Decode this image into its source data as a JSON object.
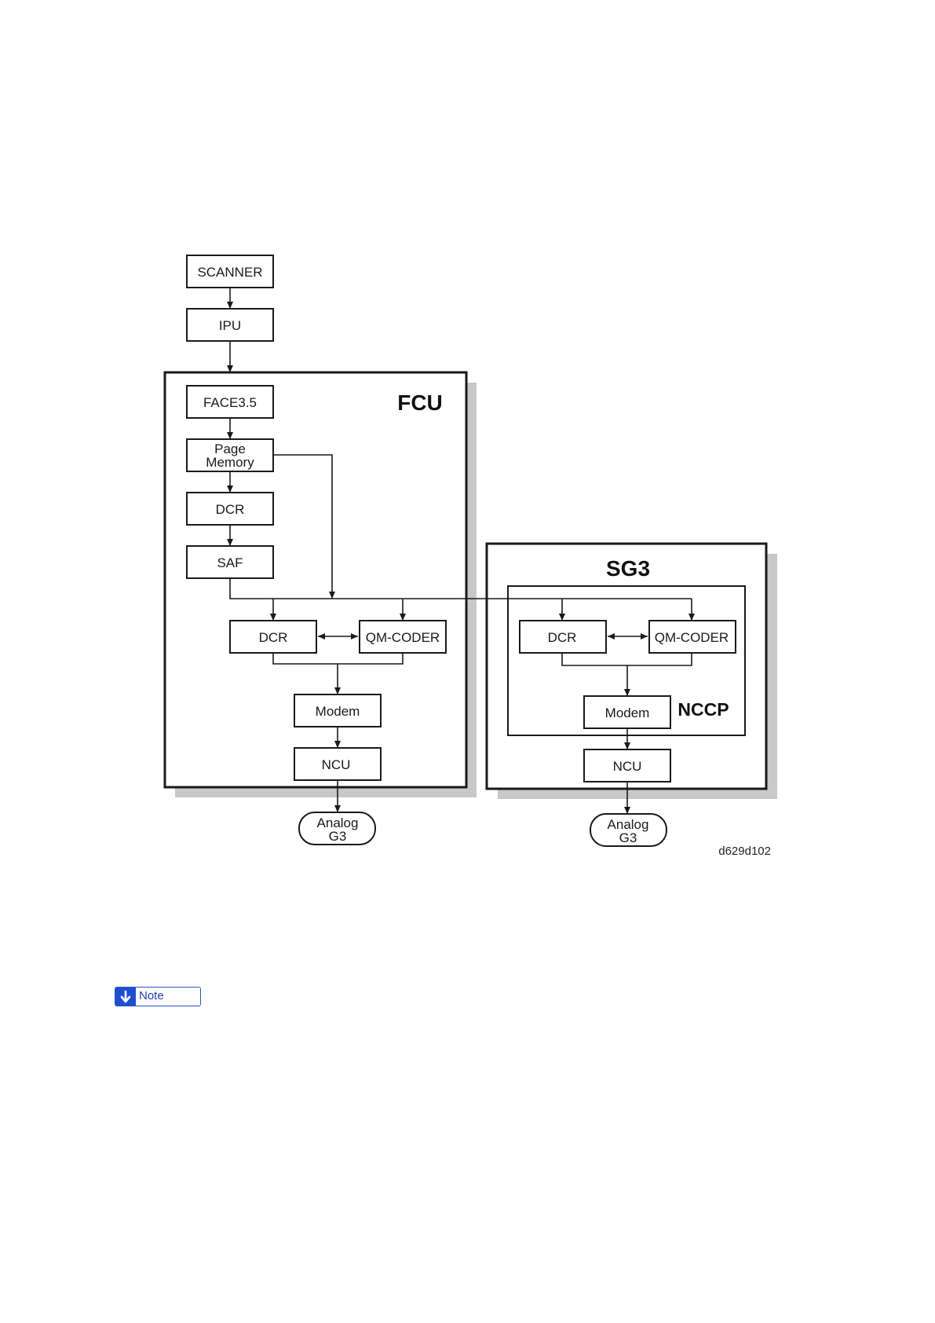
{
  "diagram": {
    "scanner": "SCANNER",
    "ipu": "IPU",
    "fcu": {
      "title": "FCU",
      "face": "FACE3.5",
      "page_memory_l1": "Page",
      "page_memory_l2": "Memory",
      "dcr_top": "DCR",
      "saf": "SAF",
      "dcr": "DCR",
      "qm_coder": "QM-CODER",
      "modem": "Modem",
      "ncu": "NCU",
      "line_l1": "Analog",
      "line_l2": "G3"
    },
    "sg3": {
      "title": "SG3",
      "nccp": "NCCP",
      "dcr": "DCR",
      "qm_coder": "QM-CODER",
      "modem": "Modem",
      "ncu": "NCU",
      "line_l1": "Analog",
      "line_l2": "G3"
    },
    "figure_code": "d629d102"
  },
  "note": {
    "label": "Note",
    "icon": "down-arrow-icon"
  },
  "colors": {
    "shadow": "#c8c8c8",
    "note_blue": "#1f4fd0"
  }
}
